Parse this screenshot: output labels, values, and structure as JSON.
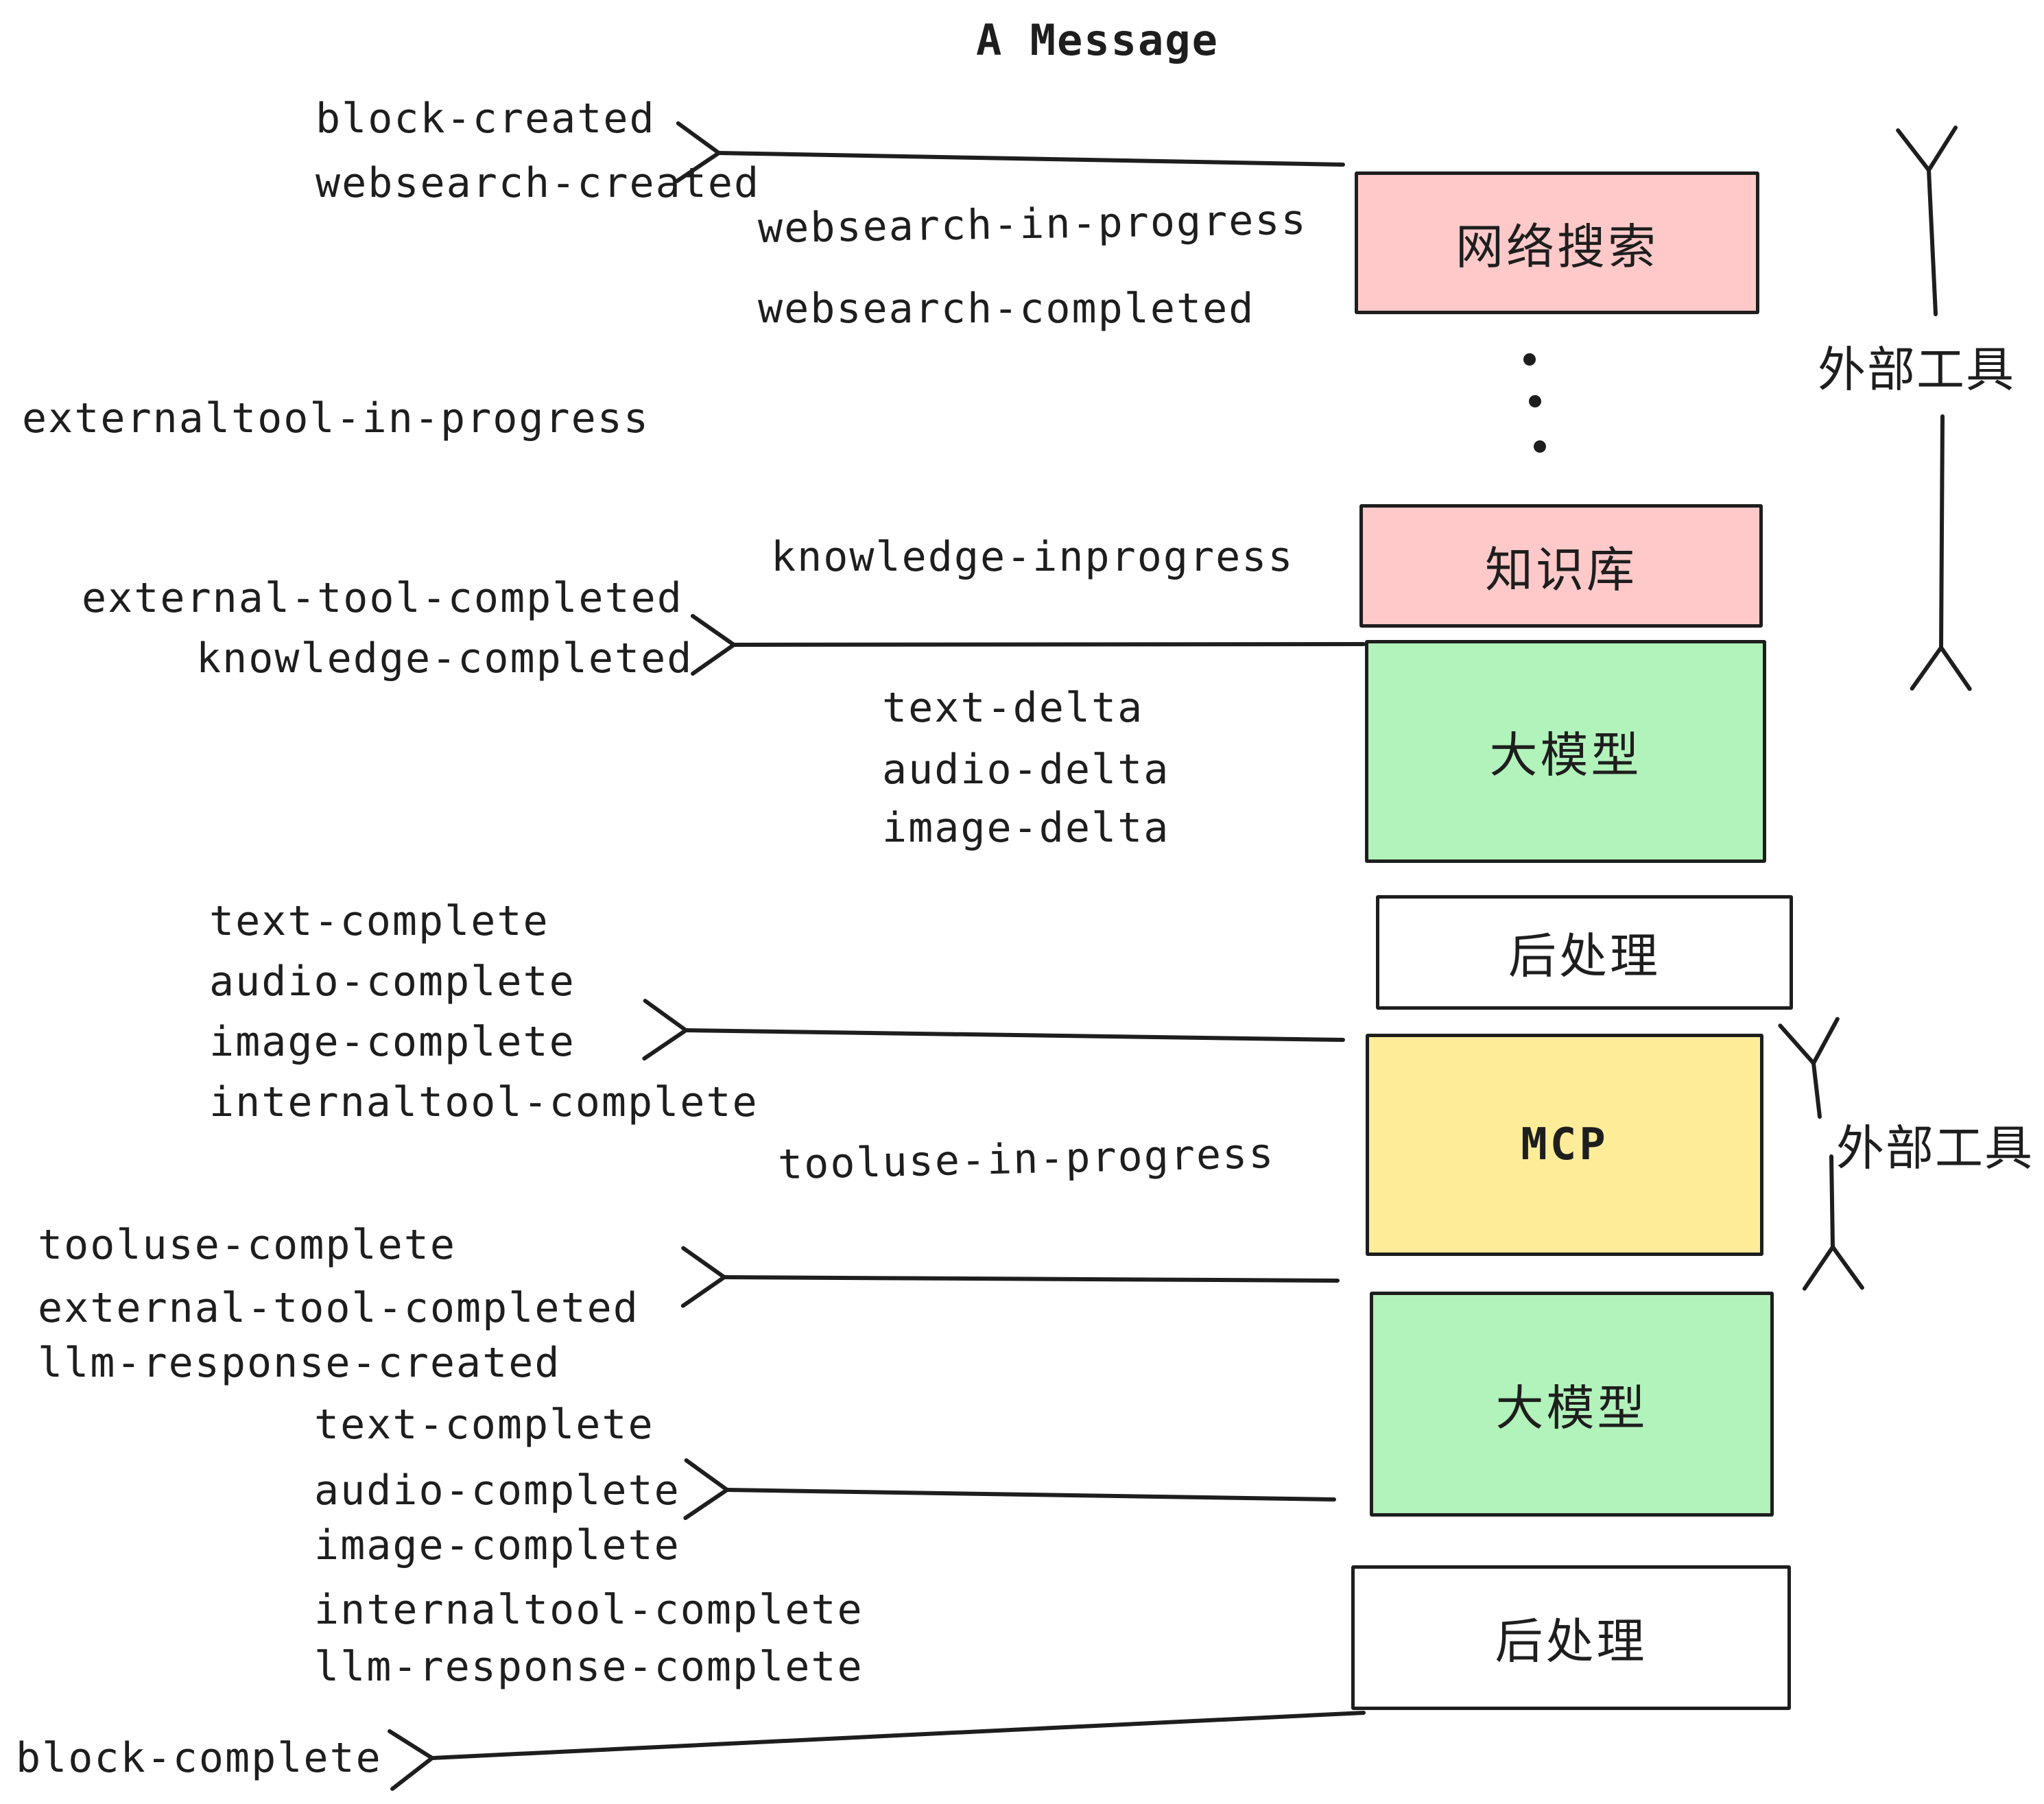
{
  "title": "A Message",
  "colors": {
    "stroke": "#1e1e1e",
    "external_tool_box": "#ffc9c9",
    "llm_box": "#b2f2bb",
    "mcp_box": "#ffec99",
    "post_process_box": "#ffffff"
  },
  "boxes": [
    {
      "id": "websearch",
      "label": "网络搜索"
    },
    {
      "id": "knowledge",
      "label": "知识库"
    },
    {
      "id": "llm-1",
      "label": "大模型"
    },
    {
      "id": "post-process-1",
      "label": "后处理"
    },
    {
      "id": "mcp",
      "label": "MCP"
    },
    {
      "id": "llm-2",
      "label": "大模型"
    },
    {
      "id": "post-process-2",
      "label": "后处理"
    }
  ],
  "side_labels": [
    {
      "id": "external-tools-top",
      "label": "外部工具"
    },
    {
      "id": "external-tools-bottom",
      "label": "外部工具"
    }
  ],
  "annotations": [
    {
      "text": "block-created"
    },
    {
      "text": "websearch-created"
    },
    {
      "text": "websearch-in-progress"
    },
    {
      "text": "websearch-completed"
    },
    {
      "text": "externaltool-in-progress"
    },
    {
      "text": "knowledge-inprogress"
    },
    {
      "text": "external-tool-completed"
    },
    {
      "text": "knowledge-completed"
    },
    {
      "text": "text-delta"
    },
    {
      "text": "audio-delta"
    },
    {
      "text": "image-delta"
    },
    {
      "text": "text-complete"
    },
    {
      "text": "audio-complete"
    },
    {
      "text": "image-complete"
    },
    {
      "text": "internaltool-complete"
    },
    {
      "text": "tooluse-in-progress"
    },
    {
      "text": "tooluse-complete"
    },
    {
      "text": "external-tool-completed"
    },
    {
      "text": "llm-response-created"
    },
    {
      "text": "text-complete"
    },
    {
      "text": "audio-complete"
    },
    {
      "text": "image-complete"
    },
    {
      "text": "internaltool-complete"
    },
    {
      "text": "llm-response-complete"
    },
    {
      "text": "block-complete"
    }
  ]
}
